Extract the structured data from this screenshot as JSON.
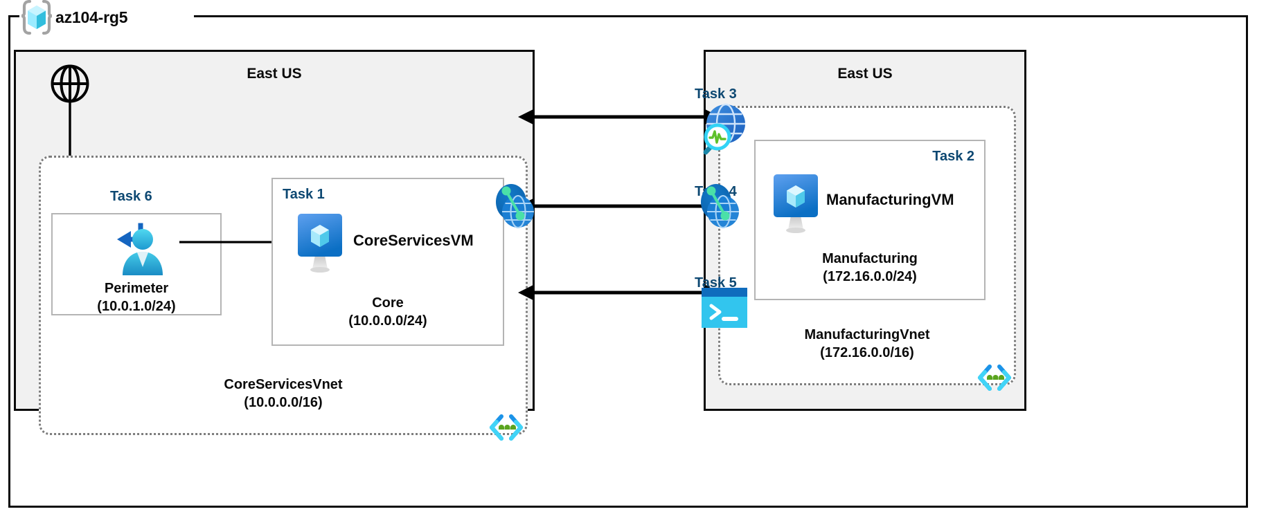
{
  "resource_group": {
    "name": "az104-rg5",
    "icon": "azure-resource-group-icon"
  },
  "regions": [
    {
      "id": "left",
      "title": "East US"
    },
    {
      "id": "right",
      "title": "East US"
    }
  ],
  "vnets": [
    {
      "id": "coreservices",
      "name": "CoreServicesVnet",
      "cidr": "(10.0.0.0/16)",
      "nsg_icon": "network-security-group-icon",
      "subnets": [
        {
          "id": "perimeter",
          "task": "Task 6",
          "name": "Perimeter",
          "cidr": "(10.0.1.0/24)",
          "icon": "bastion-user-icon"
        },
        {
          "id": "core",
          "task": "Task 1",
          "name": "Core",
          "cidr": "(10.0.0.0/24)",
          "vm_name": "CoreServicesVM",
          "icon": "virtual-machine-icon"
        }
      ]
    },
    {
      "id": "manufacturing",
      "name": "ManufacturingVnet",
      "cidr": "(172.16.0.0/16)",
      "nsg_icon": "network-security-group-icon",
      "subnets": [
        {
          "id": "manufacturing",
          "task": "Task 2",
          "name": "Manufacturing",
          "cidr": "(172.16.0.0/24)",
          "vm_name": "ManufacturingVM",
          "icon": "virtual-machine-icon"
        }
      ]
    }
  ],
  "connections": [
    {
      "id": "task3",
      "label": "Task 3",
      "icon": "network-watcher-icon"
    },
    {
      "id": "task4",
      "label": "Task 4",
      "icon": "vnet-peering-icon"
    },
    {
      "id": "task5",
      "label": "Task 5",
      "icon": "cloud-shell-icon"
    }
  ],
  "internet": {
    "icon": "internet-globe-icon"
  },
  "colors": {
    "task_label": "#0d4872",
    "region_fill": "#f1f1f1",
    "region_border": "#0a0a0a",
    "vnet_border": "#7c7c7c",
    "subnet_border": "#b4b4b4",
    "azure_blue": "#0078d4",
    "cyan": "#32bedd",
    "nsg_green": "#5aa41e",
    "connector": "#000000"
  }
}
